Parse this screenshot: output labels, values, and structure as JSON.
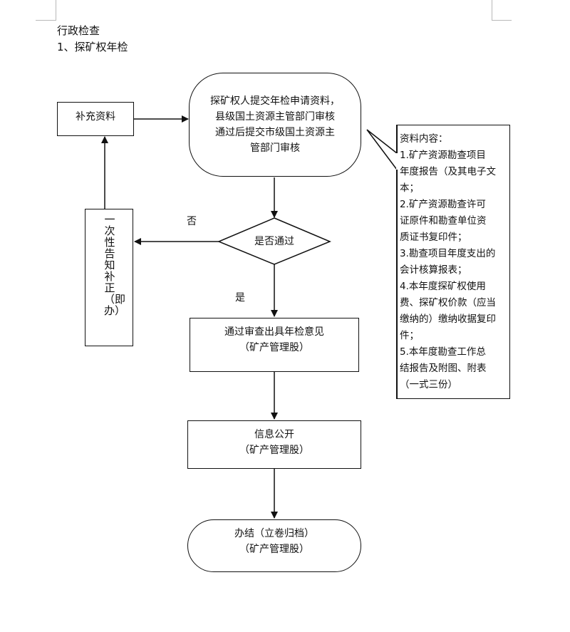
{
  "document": {
    "section_title": "行政检查",
    "subsection_title": "1、探矿权年检"
  },
  "flowchart": {
    "start": {
      "lines": [
        "探矿权人提交年检申请资料，",
        "县级国土资源主管部门审核",
        "通过后提交市级国土资源主",
        "管部门审核"
      ]
    },
    "supplement": {
      "label": "补充资料"
    },
    "notify": {
      "label": "一次性告知补正（即办）"
    },
    "decision": {
      "label": "是否通过"
    },
    "no_label": "否",
    "yes_label": "是",
    "review": {
      "line1": "通过审查出具年检意见",
      "line2": "（矿产管理股）"
    },
    "publish": {
      "line1": "信息公开",
      "line2": "（矿产管理股）"
    },
    "finish": {
      "line1": "办结（立卷归档）",
      "line2": "（矿产管理股）"
    },
    "materials_note": {
      "title": "资料内容：",
      "lines": [
        "1.矿产资源勘查项目",
        "年度报告（及其电子文",
        "本；",
        "2.矿产资源勘查许可",
        "证原件和勘查单位资",
        "质证书复印件；",
        "3.勘查项目年度支出的",
        "会计核算报表；",
        "4.本年度探矿权使用",
        "费、探矿权价款（应当",
        "缴纳的）缴纳收据复印",
        "件；",
        "5.本年度勘查工作总",
        "结报告及附图、附表",
        "（一式三份）"
      ]
    }
  }
}
